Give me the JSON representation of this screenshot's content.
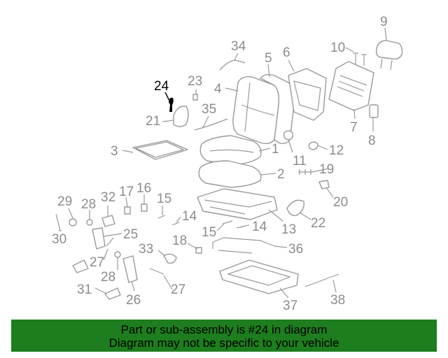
{
  "callouts": [
    {
      "id": "c1",
      "text": "1"
    },
    {
      "id": "c2",
      "text": "2"
    },
    {
      "id": "c3",
      "text": "3"
    },
    {
      "id": "c4",
      "text": "4"
    },
    {
      "id": "c5",
      "text": "5"
    },
    {
      "id": "c6",
      "text": "6"
    },
    {
      "id": "c7",
      "text": "7"
    },
    {
      "id": "c8",
      "text": "8"
    },
    {
      "id": "c9",
      "text": "9"
    },
    {
      "id": "c10",
      "text": "10"
    },
    {
      "id": "c11",
      "text": "11"
    },
    {
      "id": "c12",
      "text": "12"
    },
    {
      "id": "c13",
      "text": "13"
    },
    {
      "id": "c14a",
      "text": "14"
    },
    {
      "id": "c14b",
      "text": "14"
    },
    {
      "id": "c15a",
      "text": "15"
    },
    {
      "id": "c15b",
      "text": "15"
    },
    {
      "id": "c16",
      "text": "16"
    },
    {
      "id": "c17",
      "text": "17"
    },
    {
      "id": "c18",
      "text": "18"
    },
    {
      "id": "c19",
      "text": "19"
    },
    {
      "id": "c20",
      "text": "20"
    },
    {
      "id": "c21",
      "text": "21"
    },
    {
      "id": "c22",
      "text": "22"
    },
    {
      "id": "c23",
      "text": "23"
    },
    {
      "id": "c24",
      "text": "24",
      "highlight": true
    },
    {
      "id": "c25",
      "text": "25"
    },
    {
      "id": "c26",
      "text": "26"
    },
    {
      "id": "c27a",
      "text": "27"
    },
    {
      "id": "c27b",
      "text": "27"
    },
    {
      "id": "c28a",
      "text": "28"
    },
    {
      "id": "c28b",
      "text": "28"
    },
    {
      "id": "c29",
      "text": "29"
    },
    {
      "id": "c30",
      "text": "30"
    },
    {
      "id": "c31",
      "text": "31"
    },
    {
      "id": "c32",
      "text": "32"
    },
    {
      "id": "c33",
      "text": "33"
    },
    {
      "id": "c34",
      "text": "34"
    },
    {
      "id": "c35",
      "text": "35"
    },
    {
      "id": "c36",
      "text": "36"
    },
    {
      "id": "c37",
      "text": "37"
    },
    {
      "id": "c38",
      "text": "38"
    }
  ],
  "banner": {
    "line1": "Part or sub-assembly is #24 in diagram",
    "line2": "Diagram may not be specific to your vehicle",
    "background": "#1e7d1e"
  },
  "colors": {
    "callout": "#8c8c8c",
    "highlight": "#000000"
  }
}
